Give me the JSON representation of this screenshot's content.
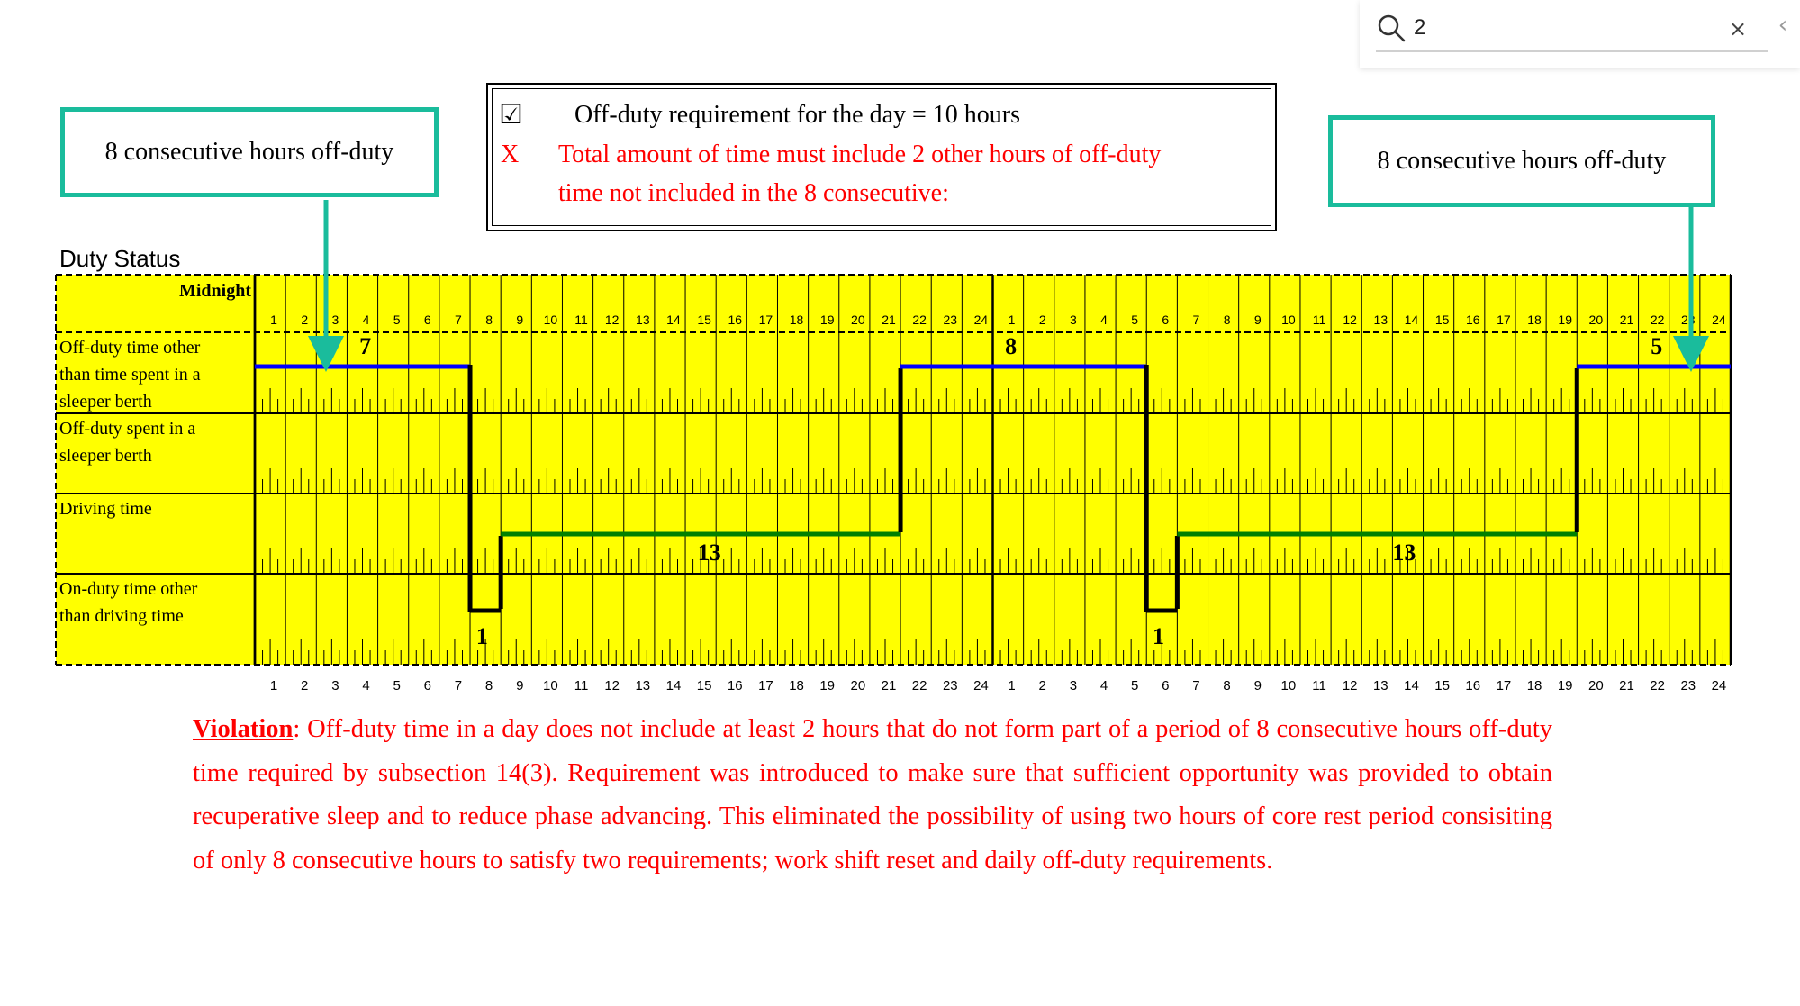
{
  "search": {
    "query": "2",
    "close_label": "×",
    "collapse_label": "‹"
  },
  "callouts": {
    "left": "8 consecutive hours off-duty",
    "right": "8 consecutive hours off-duty"
  },
  "requirements": {
    "check_mark": "☑",
    "line1": "Off-duty requirement for the day = 10 hours",
    "x_mark": "X",
    "line2": "Total amount of time must include 2 other hours of off-duty",
    "line3": "time not included in the 8 consecutive:"
  },
  "log": {
    "title": "Duty Status",
    "midnight_label": "Midnight",
    "hour_labels": [
      "1",
      "2",
      "3",
      "4",
      "5",
      "6",
      "7",
      "8",
      "9",
      "10",
      "11",
      "12",
      "13",
      "14",
      "15",
      "16",
      "17",
      "18",
      "19",
      "20",
      "21",
      "22",
      "23",
      "24",
      "1",
      "2",
      "3",
      "4",
      "5",
      "6",
      "7",
      "8",
      "9",
      "10",
      "11",
      "12",
      "13",
      "14",
      "15",
      "16",
      "17",
      "18",
      "19",
      "20",
      "21",
      "22",
      "23",
      "24"
    ],
    "rows": [
      {
        "lines": [
          "Off-duty time other",
          "than time spent in a",
          "sleeper berth"
        ]
      },
      {
        "lines": [
          "Off-duty spent in a",
          "sleeper berth"
        ]
      },
      {
        "lines": [
          "Driving time"
        ]
      },
      {
        "lines": [
          "On-duty time other",
          "than driving time"
        ]
      }
    ],
    "segment_labels": [
      {
        "text": "7",
        "row": 0,
        "hour": 3.4
      },
      {
        "text": "8",
        "row": 0,
        "hour": 24.4
      },
      {
        "text": "5",
        "row": 0,
        "hour": 45.4
      },
      {
        "text": "13",
        "row": 2,
        "hour": 14.4
      },
      {
        "text": "13",
        "row": 2,
        "hour": 37.0
      },
      {
        "text": "1",
        "row": 3,
        "hour": 7.2
      },
      {
        "text": "1",
        "row": 3,
        "hour": 29.2
      }
    ],
    "duty_timeline": [
      {
        "status": 0,
        "from": 0,
        "to": 7
      },
      {
        "status": 3,
        "from": 7,
        "to": 8
      },
      {
        "status": 2,
        "from": 8,
        "to": 21
      },
      {
        "status": 0,
        "from": 21,
        "to": 29
      },
      {
        "status": 3,
        "from": 29,
        "to": 30
      },
      {
        "status": 2,
        "from": 30,
        "to": 43
      },
      {
        "status": 0,
        "from": 43,
        "to": 48
      }
    ],
    "colors": {
      "grid_bg": "#ffff00",
      "off_duty": "#0000ff",
      "driving": "#008000",
      "on_duty": "#000000",
      "transition": "#000000"
    }
  },
  "violation": {
    "label": "Violation",
    "text": ": Off-duty time in a day does not include at least 2 hours that do not form part of a period of 8 consecutive hours off-duty time required by subsection 14(3).  Requirement was introduced to make sure that sufficient opportunity was provided to obtain recuperative sleep and to reduce phase advancing.  This eliminated the possibility of using two hours of core rest period consisiting of only 8 consecutive hours to satisfy two requirements; work shift reset and daily off-duty requirements."
  },
  "theme": {
    "callout_border": "#1abc9c",
    "violation_color": "#ff0000"
  }
}
